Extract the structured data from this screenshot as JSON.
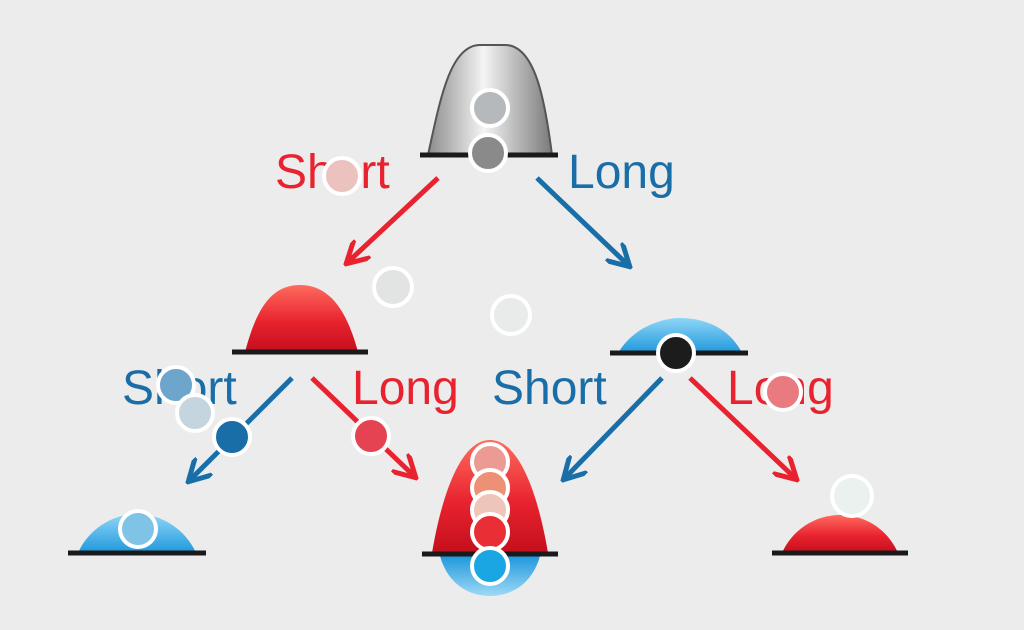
{
  "labels": {
    "top_left": "Short",
    "top_right": "Long",
    "mid_left_short": "Short",
    "mid_left_long": "Long",
    "mid_right_short": "Short",
    "mid_right_long": "Long"
  },
  "colors": {
    "background": "#ececec",
    "red": "#e8232f",
    "blue": "#1a6ea8",
    "gray_dome": "#b9b9b9",
    "blue_dome": "#35a7e6",
    "red_dome": "#e8232f",
    "baseline": "#1a1a1a"
  },
  "markers": {
    "colors": [
      "#b5b9bc",
      "#8a8a8a",
      "#ecc2be",
      "#e2e4e4",
      "#e9ebeb",
      "#1c1c1c",
      "#6da5cc",
      "#c5d5df",
      "#1a6ea8",
      "#e64352",
      "#e87a80",
      "#ec9b94",
      "#ed9075",
      "#f0c5b9",
      "#e92e35",
      "#1aa6e2",
      "#7fc4e6",
      "#eaf1ef"
    ]
  }
}
